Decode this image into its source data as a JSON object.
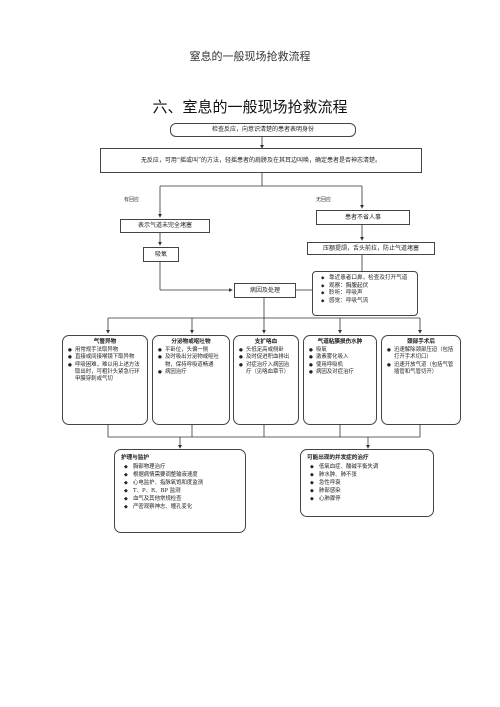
{
  "doc_title": "窒息的一般现场抢救流程",
  "heading": "六、室息的一般现场抢救流程",
  "flow": {
    "step1": "检查反应，向意识清楚的患者表明身份",
    "step2": "无反应，可用“摇或叫”的方法，轻摇患者的肩膀及在其耳边叫唤，确定患者是否神志清楚。",
    "branch_yes": "有回应",
    "branch_no": "无回应",
    "left_a": "表示气道未完全堵塞",
    "left_b": "吸氧",
    "right_a": "患者不省人事",
    "right_b": "压额提颌，舌头前拉，防止气道堵塞",
    "cause": "病因及处理",
    "assess_items": [
      "靠近患者口鼻，检查及打开气道",
      "观察：胸腹起伏",
      "聆听：呼吸声",
      "感觉：呼吸气流"
    ]
  },
  "panels": [
    {
      "title": "气管异物",
      "items": [
        "用常规手法取异物",
        "直接或间接喉镜下取异物",
        "呼吸困难，难以用上述方法取出时，可粗针头紧急行环甲膜穿刺或气切"
      ]
    },
    {
      "title": "分泌物或呕吐物",
      "items": [
        "平卧位，头偏一侧",
        "及时吸出分泌物或呕吐物，保持呼吸道畅通",
        "病因治疗"
      ]
    },
    {
      "title": "支扩咯血",
      "items": [
        "头低足高或侧卧",
        "及时促进积血排出",
        "对症治疗入病因治疗（见咯血章节）"
      ]
    },
    {
      "title": "气道粘膜损伤水肿",
      "items": [
        "吸氧",
        "激素雾化吸入",
        "使用呼吸机",
        "病因及对症治疗"
      ]
    },
    {
      "title": "颈部手术后",
      "items": [
        "迅速解除颈部压迫（包括打开手术切口）",
        "迅速开放气道（包括气管插管和气管切开）"
      ]
    }
  ],
  "care": {
    "title": "护理与监护",
    "items": [
      "胸部物理治疗",
      "根据病情需要调整输液速度",
      "心电监护、指脉氧饱和度监测",
      "T、P、R、BP 监测",
      "血气及其他常规检查",
      "严密观察神志、瞳孔变化"
    ]
  },
  "complications": {
    "title": "可能出现的并发症的治疗",
    "items": [
      "低氧血症、酸碱平衡失调",
      "肺水肿、肺不张",
      "急性呼衰",
      "肺部感染",
      "心肺骤停"
    ]
  }
}
